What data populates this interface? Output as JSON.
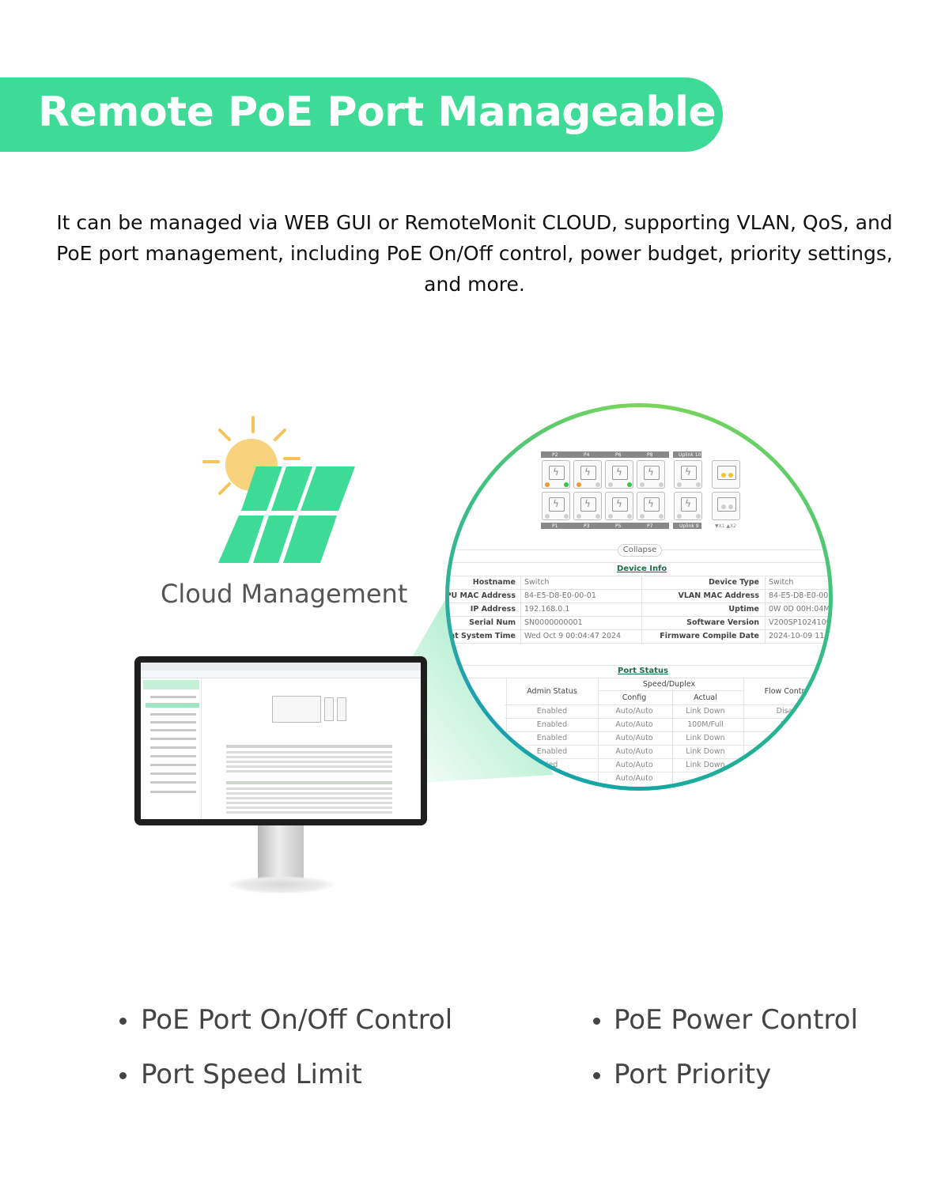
{
  "banner": {
    "title": "Remote PoE Port Manageable",
    "color": "#3ddb96"
  },
  "description": "It can be managed via WEB GUI or RemoteMonit CLOUD, supporting VLAN, QoS, and PoE port management, including PoE On/Off control, power budget, priority settings, and more.",
  "cloud": {
    "label": "Cloud Management",
    "icon": "solar-panel-sun-icon"
  },
  "zoom": {
    "port_top_labels": [
      "P2",
      "P4",
      "P6",
      "P8",
      "Uplink 10"
    ],
    "port_bottom_labels": [
      "P1",
      "P3",
      "P5",
      "P7",
      "Uplink 9"
    ],
    "legend": "▼X1 ▲X2",
    "collapse_label": "Collapse",
    "device_info": {
      "title": "Device Info",
      "rows": [
        {
          "l1": "Hostname",
          "v1": "Switch",
          "l2": "Device Type",
          "v2": "Switch"
        },
        {
          "l1": "CPU MAC Address",
          "v1": "84-E5-D8-E0-00-01",
          "l2": "VLAN MAC Address",
          "v2": "84-E5-D8-E0-00-0"
        },
        {
          "l1": "IP Address",
          "v1": "192.168.0.1",
          "l2": "Uptime",
          "v2": "0W 0D 00H:04M:"
        },
        {
          "l1": "Serial Num",
          "v1": "SN0000000001",
          "l2": "Software Version",
          "v2": "V200SP1024100"
        },
        {
          "l1": "ent System Time",
          "v1": "Wed Oct 9 00:04:47 2024",
          "l2": "Firmware Compile Date",
          "v2": "2024-10-09 11:0"
        }
      ]
    },
    "port_status": {
      "title": "Port Status",
      "headers": {
        "admin": "Admin Status",
        "speed": "Speed/Duplex",
        "config": "Config",
        "actual": "Actual",
        "flow": "Flow Contr"
      },
      "rows": [
        {
          "admin": "Enabled",
          "config": "Auto/Auto",
          "actual": "Link Down",
          "flow": "Disa"
        },
        {
          "admin": "Enabled",
          "config": "Auto/Auto",
          "actual": "100M/Full",
          "flow": "Di"
        },
        {
          "admin": "Enabled",
          "config": "Auto/Auto",
          "actual": "Link Down",
          "flow": ""
        },
        {
          "admin": "Enabled",
          "config": "Auto/Auto",
          "actual": "Link Down",
          "flow": ""
        },
        {
          "admin": "led",
          "config": "Auto/Auto",
          "actual": "Link Down",
          "flow": ""
        },
        {
          "admin": "",
          "config": "Auto/Auto",
          "actual": "",
          "flow": ""
        }
      ]
    }
  },
  "features": [
    {
      "label": "PoE Port On/Off Control"
    },
    {
      "label": "PoE Power Control"
    },
    {
      "label": "Port Speed Limit"
    },
    {
      "label": "Port Priority"
    }
  ]
}
